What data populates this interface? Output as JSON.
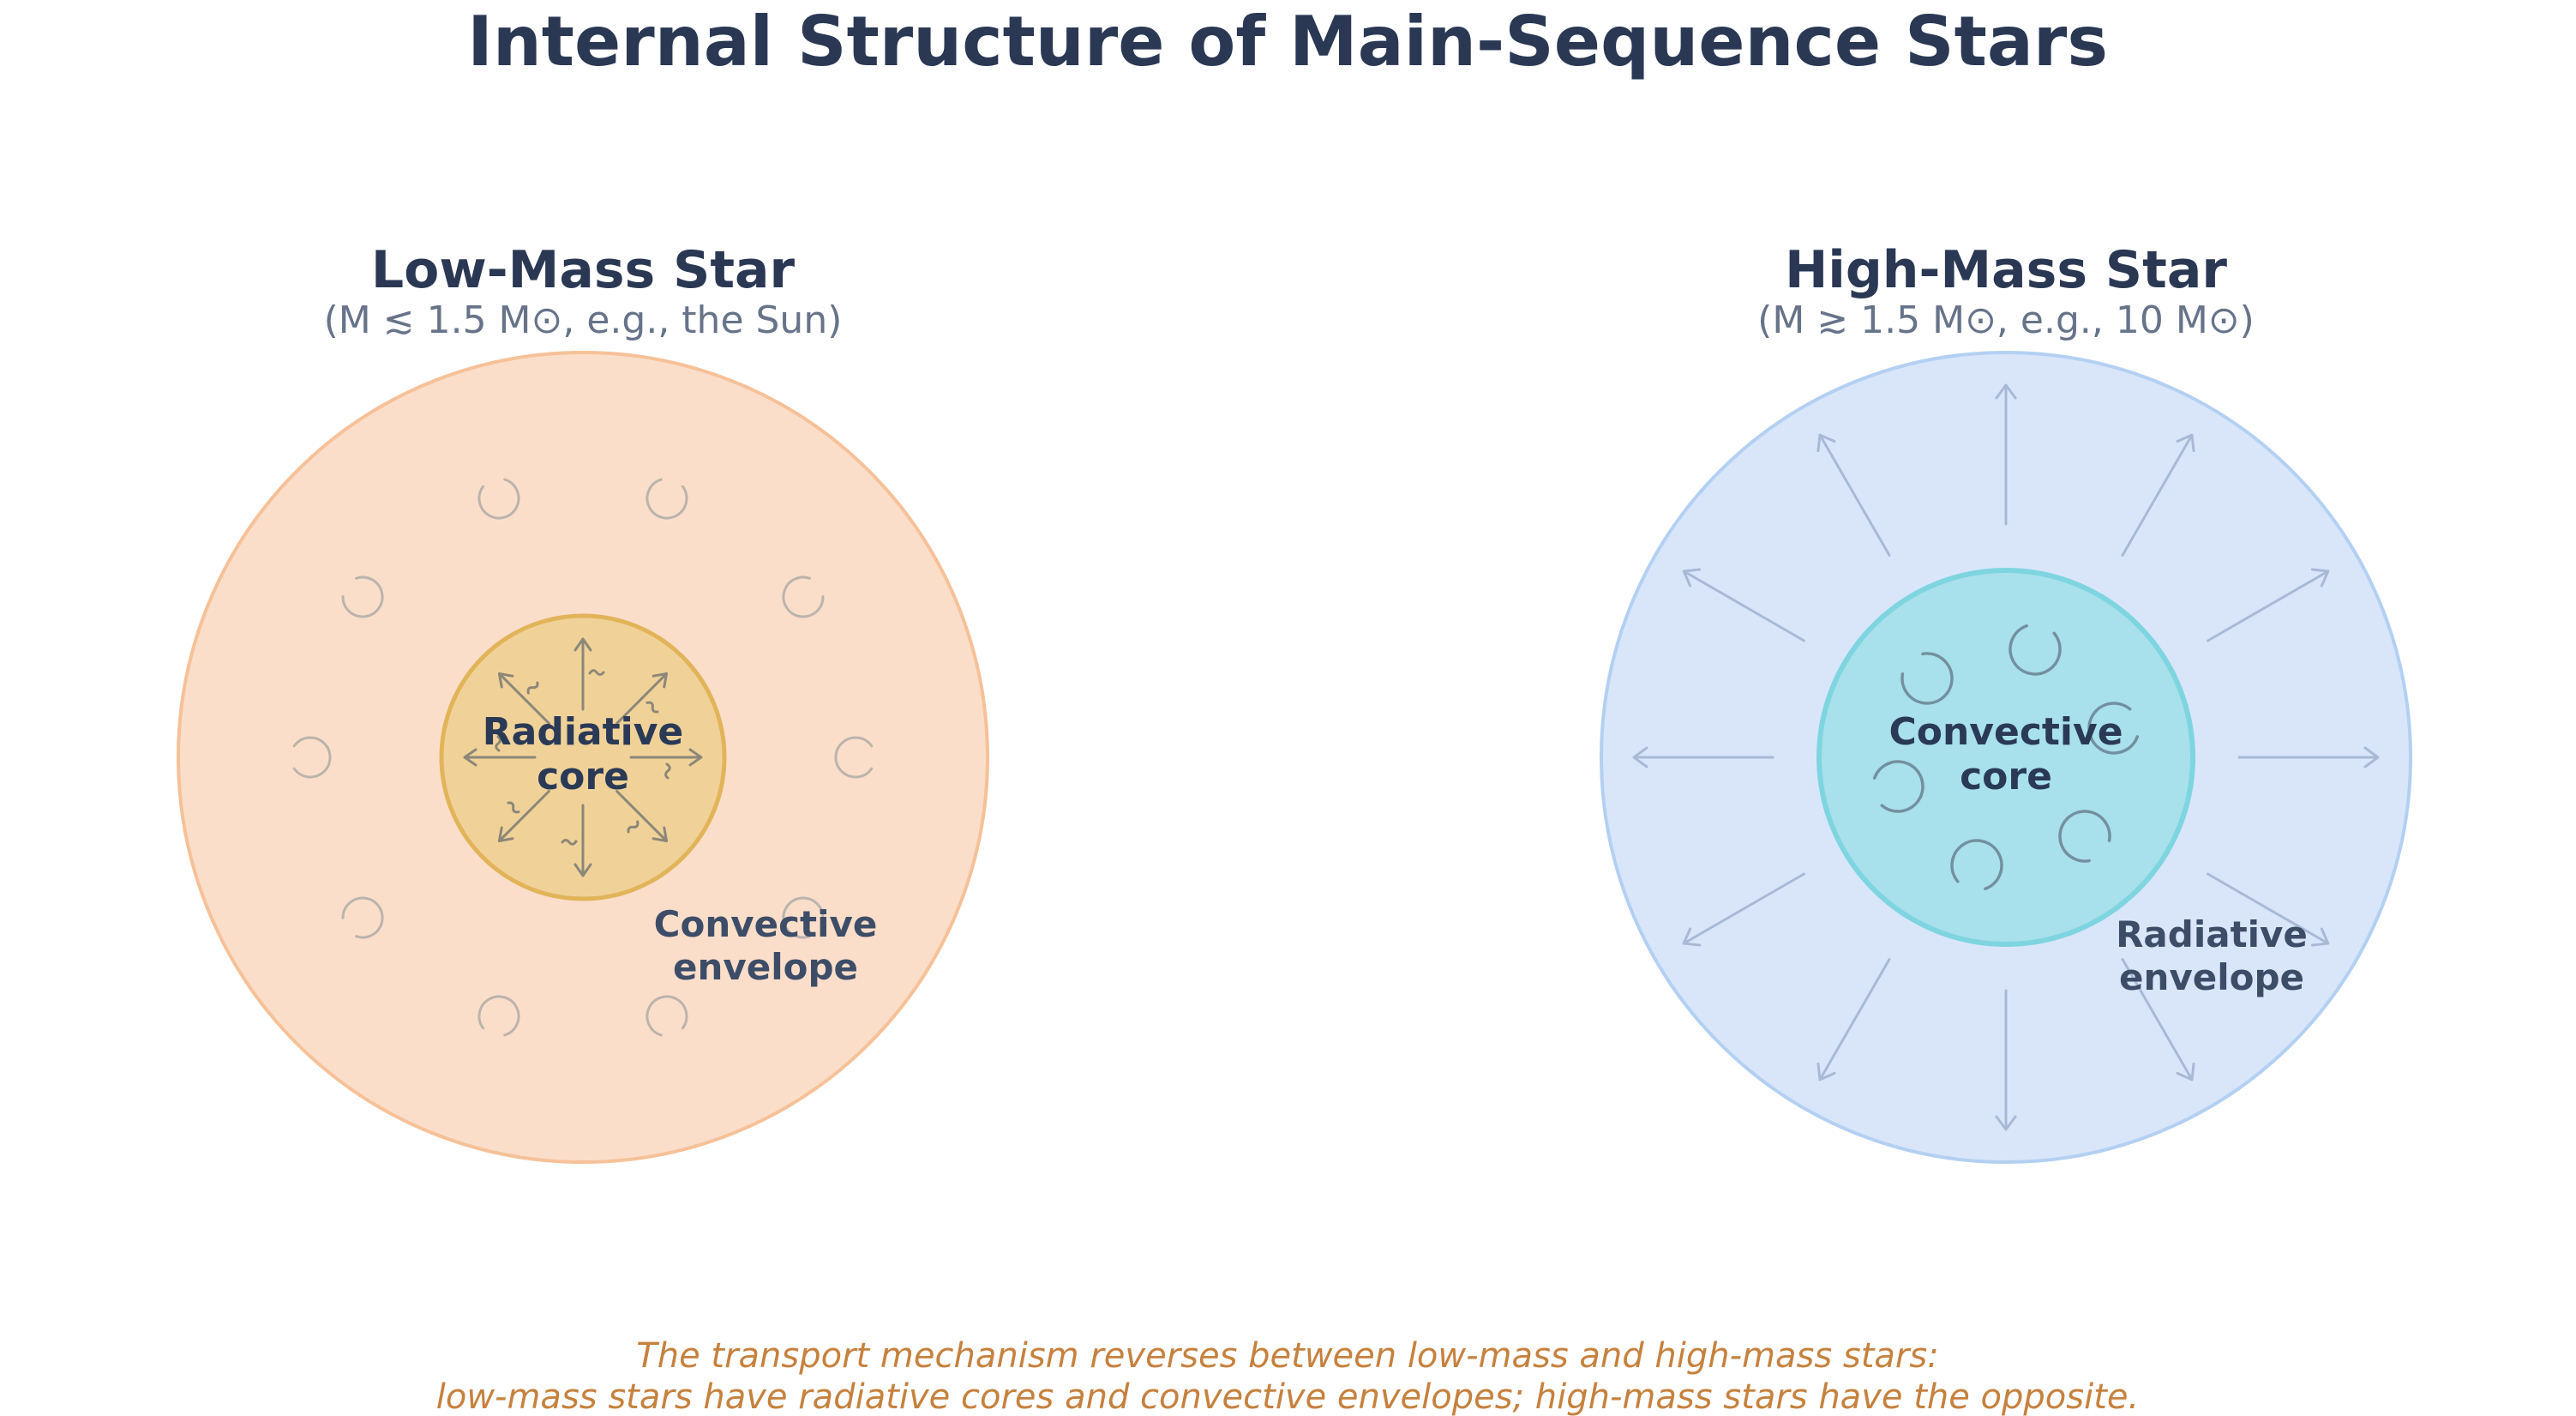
{
  "title": "Internal Structure of Main-Sequence Stars",
  "left_star": {
    "heading": "Low-Mass Star",
    "subtitle": "(M ≲ 1.5 M⊙, e.g., the Sun)",
    "core_label_line1": "Radiative",
    "core_label_line2": "core",
    "envelope_label_line1": "Convective",
    "envelope_label_line2": "envelope"
  },
  "right_star": {
    "heading": "High-Mass Star",
    "subtitle": "(M ≳ 1.5 M⊙, e.g., 10 M⊙)",
    "core_label_line1": "Convective",
    "core_label_line2": "core",
    "envelope_label_line1": "Radiative",
    "envelope_label_line2": "envelope"
  },
  "caption": {
    "line1": "The transport mechanism reverses between low-mass and high-mass stars:",
    "line2": "low-mass stars have radiative cores and convective envelopes; high-mass stars have the opposite."
  },
  "colors": {
    "background": "#ffffff",
    "title_text": "#2a3854",
    "heading_text": "#2a3854",
    "subtitle_text": "#667389",
    "core_label_text": "#2a3a56",
    "envelope_label_text": "#3d4d68",
    "caption_text": "#c6813e",
    "left_envelope_fill": "#fbdeca",
    "left_envelope_border": "#f6c198",
    "left_core_fill": "#f0d299",
    "left_core_border": "#e2b45a",
    "left_radiation_arrow": "#8c8778",
    "left_convection_swirl": "#bab4ac",
    "right_envelope_fill": "#d9e6fa",
    "right_envelope_border": "#b3d0f2",
    "right_core_fill": "#a8e0ec",
    "right_core_border": "#7ed5e0",
    "right_radiation_arrow": "#a8b9d6",
    "right_convection_swirl": "#73909e"
  }
}
